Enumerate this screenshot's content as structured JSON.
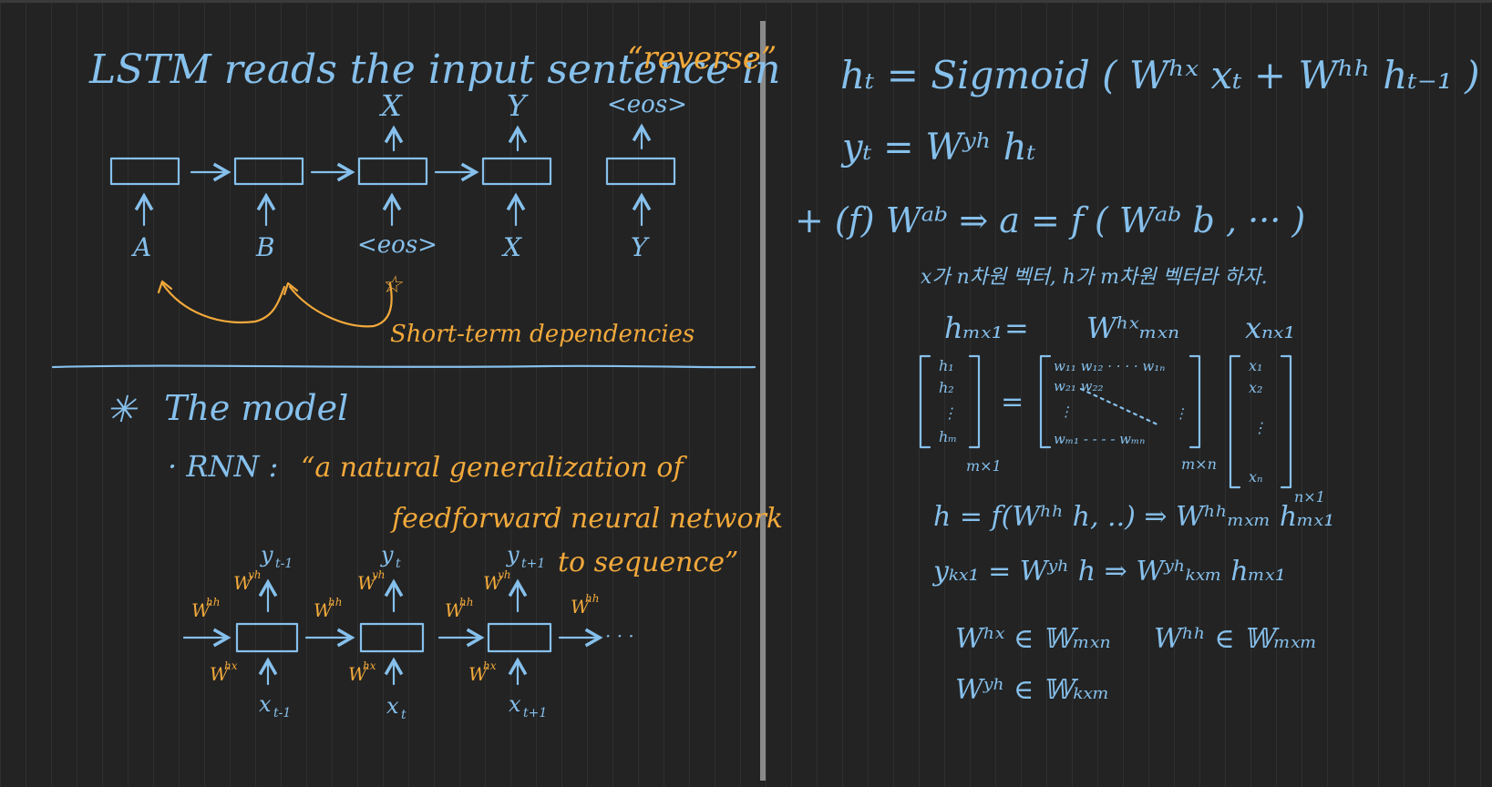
{
  "left": {
    "title": {
      "main": "LSTM reads the input sentence in",
      "quoted": "“reverse”"
    },
    "decoder_outputs": [
      "X",
      "Y",
      "<eos>"
    ],
    "encoder_inputs": [
      "A",
      "B",
      "<eos>",
      "X",
      "Y"
    ],
    "annotation": "Short-term dependencies",
    "section": {
      "bullet": "✳",
      "title": "The model"
    },
    "rnn": {
      "label": "· RNN :",
      "quote_line1": "“a natural generalization of",
      "quote_line2": "feedforward neural network",
      "quote_line3": "to sequence”"
    },
    "unrolled": {
      "outputs": [
        "y",
        "y",
        "y"
      ],
      "output_subs": [
        "t-1",
        "t",
        "t+1"
      ],
      "inputs": [
        "x",
        "x",
        "x"
      ],
      "input_subs": [
        "t-1",
        "t",
        "t+1"
      ],
      "w_hh": "W",
      "w_hh_sup": "hh",
      "w_hx": "W",
      "w_hx_sup": "hx",
      "w_yh": "W",
      "w_yh_sup": "yh",
      "ellipsis": "· · ·"
    }
  },
  "right": {
    "eq1": "hₜ = Sigmoid ( Wʰˣ xₜ + Wʰʰ hₜ₋₁ )",
    "eq2": "yₜ = Wʸʰ hₜ",
    "eq3": "+ (f)   Wᵃᵇ  ⇒   a = f ( Wᵃᵇ b , ··· )",
    "note": "x가 n차원 벡터, h가 m차원 벡터라 하자.",
    "dims": {
      "h": "hₘₓ₁",
      "eq": "=",
      "w": "Wʰˣₘₓₙ",
      "x": "xₙₓ₁"
    },
    "matrix": {
      "h_entries": [
        "h₁",
        "h₂",
        "⋮",
        "hₘ"
      ],
      "h_size": "m×1",
      "w_entries": [
        "w₁₁ w₁₂ · · · · w₁ₙ",
        "w₂₁ w₂₂",
        "⋮",
        "wₘ₁ - - - - wₘₙ"
      ],
      "w_size": "m×n",
      "x_entries": [
        "x₁",
        "x₂",
        "⋮",
        "xₙ"
      ],
      "x_size": "n×1",
      "eq": "="
    },
    "eq4": "h = f(Wʰʰ h, ..) ⇒  Wʰʰₘₓₘ hₘₓ₁",
    "eq5": "yₖₓ₁ = Wʸʰ h  ⇒  Wʸʰₖₓₘ hₘₓ₁",
    "eq6a": "Wʰˣ ∈ 𝕎ₘₓₙ",
    "eq6b": "Wʰʰ ∈ 𝕎ₘₓₘ",
    "eq7": "Wʸʰ ∈ 𝕎ₖₓₘ"
  }
}
